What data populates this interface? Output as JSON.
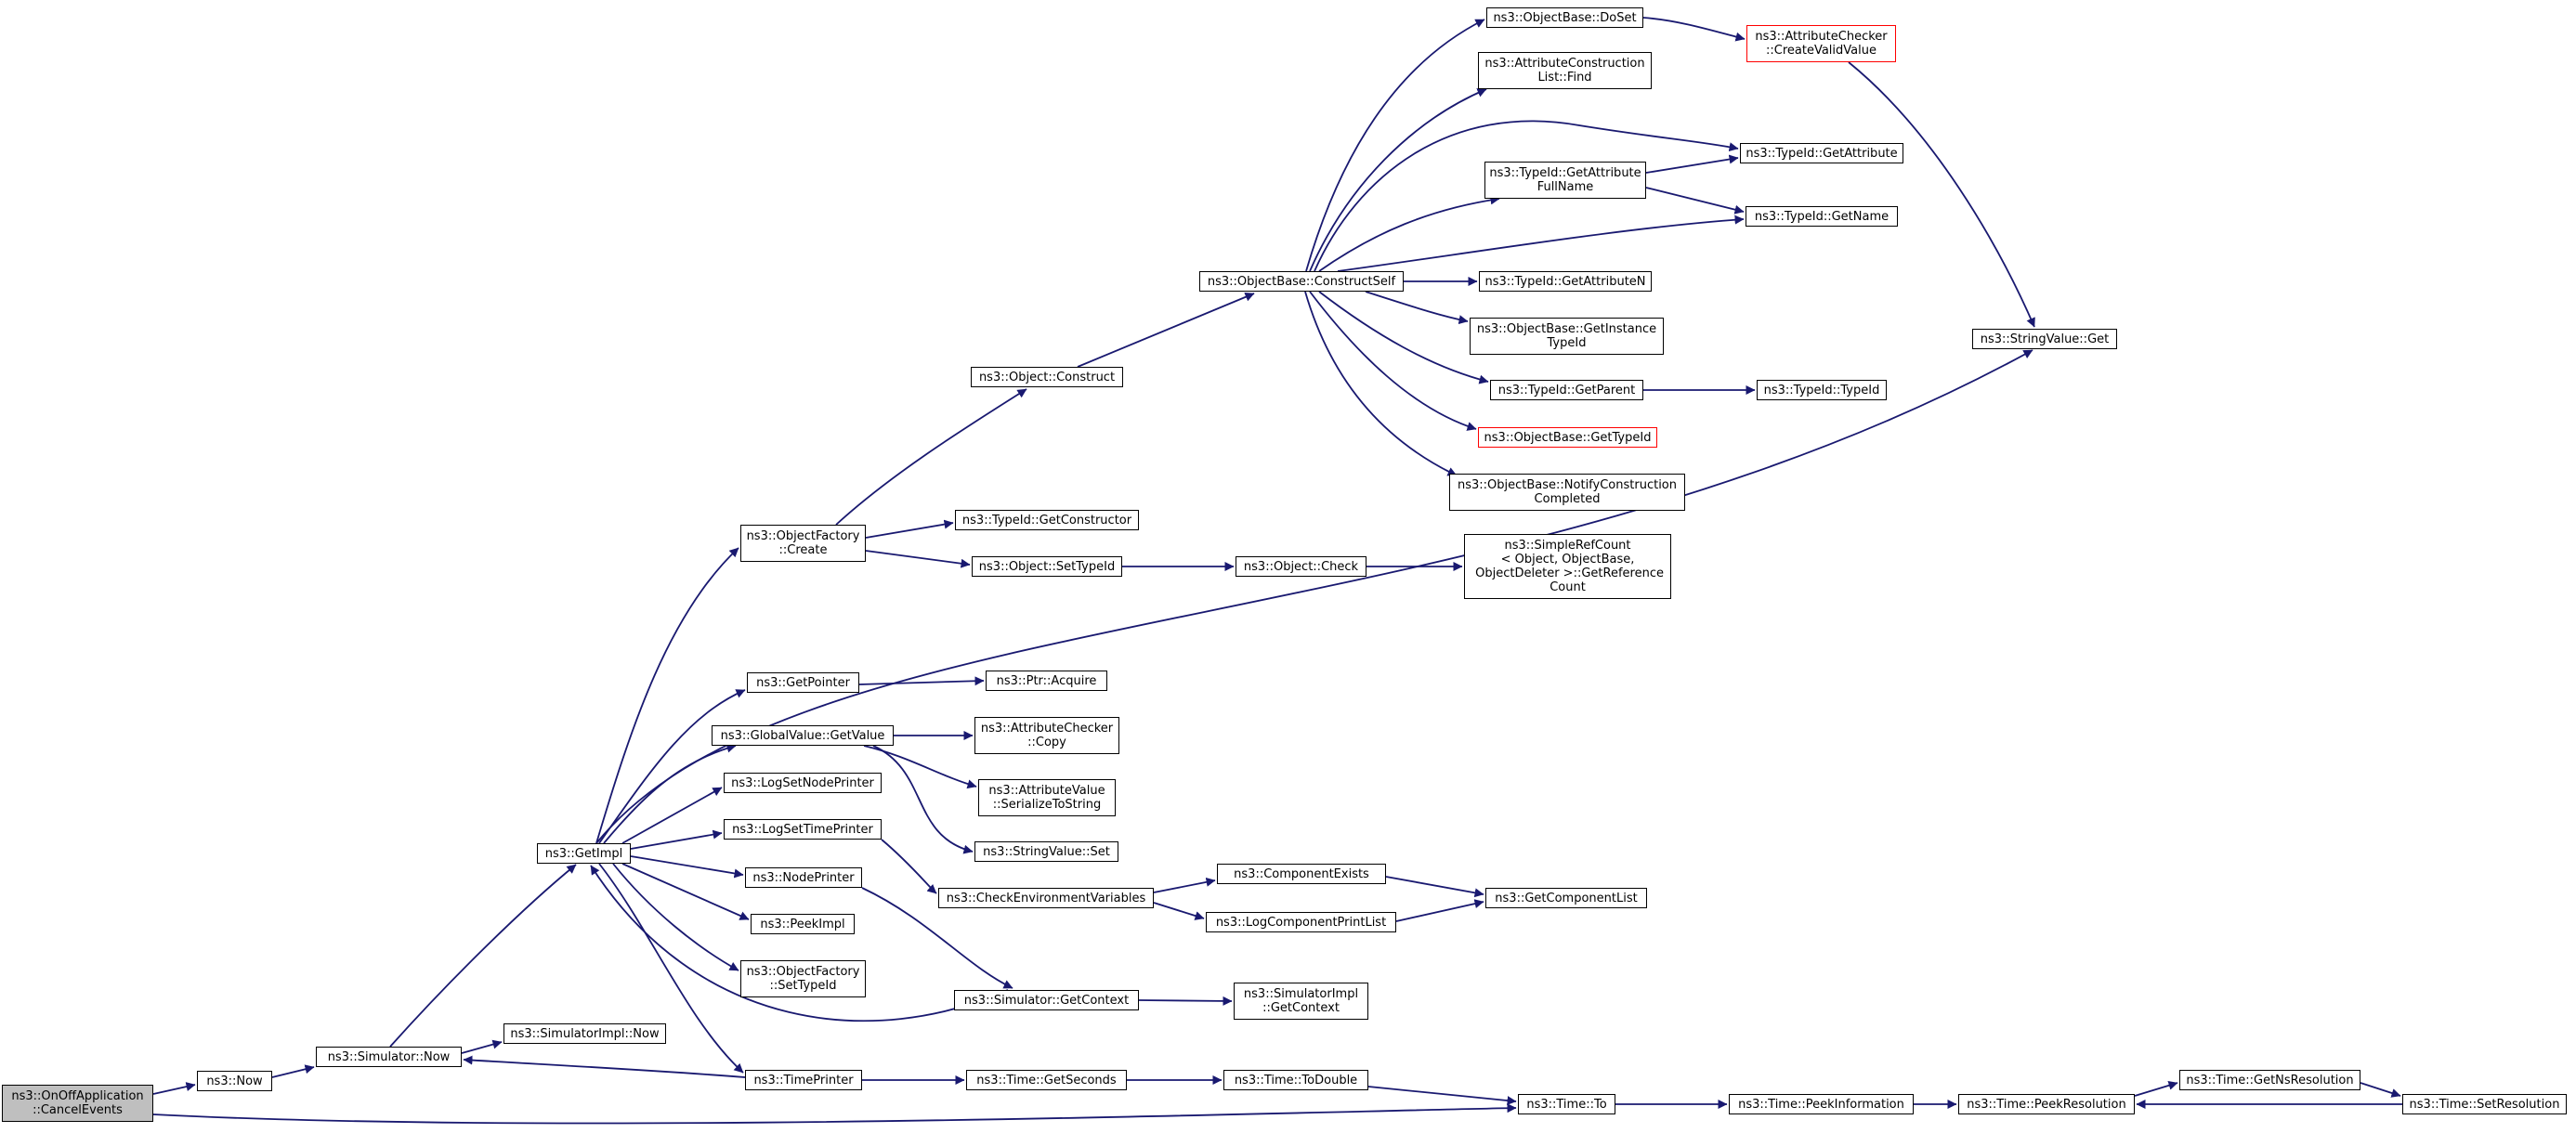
{
  "diagram": {
    "type": "call-graph",
    "colors": {
      "edge": "#191970",
      "node_border": "#000000",
      "node_border_incomplete": "#ff0000",
      "root_fill": "#bfbfbf"
    },
    "nodes": {
      "oncancel": "ns3::OnOffApplication\n::CancelEvents",
      "now": "ns3::Now",
      "simnow": "ns3::Simulator::Now",
      "simimplnow": "ns3::SimulatorImpl::Now",
      "getimpl": "ns3::GetImpl",
      "ofcreate": "ns3::ObjectFactory\n::Create",
      "getpointer": "ns3::GetPointer",
      "gvgetvalue": "ns3::GlobalValue::GetValue",
      "logsetnode": "ns3::LogSetNodePrinter",
      "logsettime": "ns3::LogSetTimePrinter",
      "nodeprinter": "ns3::NodePrinter",
      "peekimpl": "ns3::PeekImpl",
      "ofsettypeid": "ns3::ObjectFactory\n::SetTypeId",
      "timeprinter": "ns3::TimePrinter",
      "objconstruct": "ns3::Object::Construct",
      "gettypeconstructor": "ns3::TypeId::GetConstructor",
      "objsettypeid": "ns3::Object::SetTypeId",
      "ptracquire": "ns3::Ptr::Acquire",
      "acheckercopy": "ns3::AttributeChecker\n::Copy",
      "avserialize": "ns3::AttributeValue\n::SerializeToString",
      "svset": "ns3::StringValue::Set",
      "checkenv": "ns3::CheckEnvironmentVariables",
      "simgetcontext": "ns3::Simulator::GetContext",
      "timegetseconds": "ns3::Time::GetSeconds",
      "obconstructself": "ns3::ObjectBase::ConstructSelf",
      "objcheck": "ns3::Object::Check",
      "compexists": "ns3::ComponentExists",
      "logcompprint": "ns3::LogComponentPrintList",
      "simimplgetcontext": "ns3::SimulatorImpl\n::GetContext",
      "timetodouble": "ns3::Time::ToDouble",
      "obdoset": "ns3::ObjectBase::DoSet",
      "acfind": "ns3::AttributeConstruction\nList::Find",
      "tgetattrfullname": "ns3::TypeId::GetAttribute\nFullName",
      "tgetattrn": "ns3::TypeId::GetAttributeN",
      "obgetinstance": "ns3::ObjectBase::GetInstance\nTypeId",
      "tgetparent": "ns3::TypeId::GetParent",
      "obgettypeid": "ns3::ObjectBase::GetTypeId",
      "obnotify": "ns3::ObjectBase::NotifyConstruction\nCompleted",
      "simplerefcount": "ns3::SimpleRefCount\n< Object, ObjectBase,\n ObjectDeleter >::GetReference\nCount",
      "getcomplist": "ns3::GetComponentList",
      "timeto": "ns3::Time::To",
      "accreatevalid": "ns3::AttributeChecker\n::CreateValidValue",
      "tgetattribute": "ns3::TypeId::GetAttribute",
      "tgetname": "ns3::TypeId::GetName",
      "ttypeid": "ns3::TypeId::TypeId",
      "svget": "ns3::StringValue::Get",
      "peekinfo": "ns3::Time::PeekInformation",
      "peekres": "ns3::Time::PeekResolution",
      "getnsres": "ns3::Time::GetNsResolution",
      "setres": "ns3::Time::SetResolution"
    }
  }
}
